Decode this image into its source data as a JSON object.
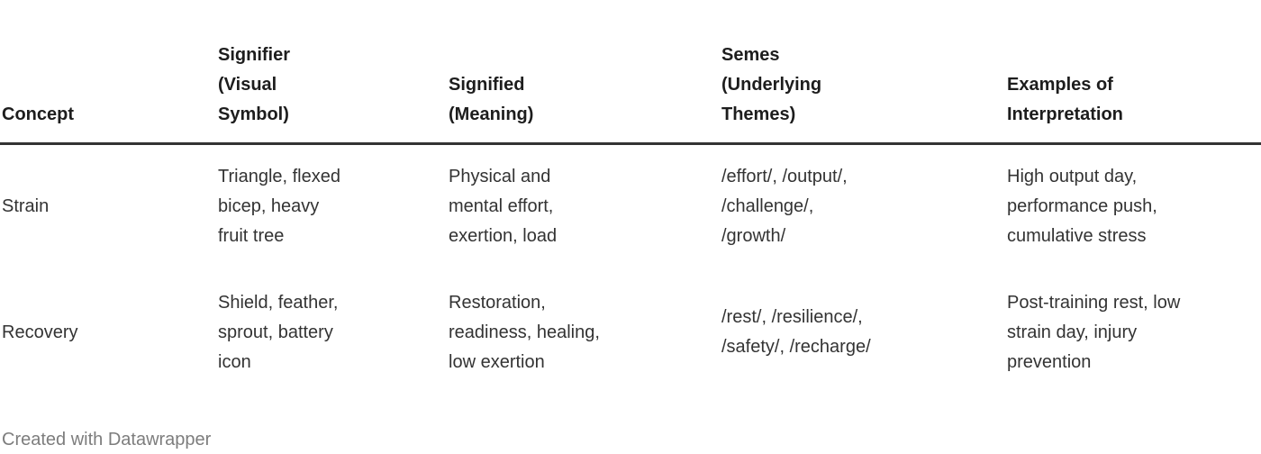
{
  "chart_data": {
    "type": "table",
    "title": "",
    "columns": [
      "Concept",
      "Signifier (Visual Symbol)",
      "Signified (Meaning)",
      "Semes (Underlying Themes)",
      "Examples of Interpretation"
    ],
    "rows": [
      [
        "Strain",
        "Triangle, flexed bicep, heavy fruit tree",
        "Physical and mental effort, exertion, load",
        "/effort/, /output/, /challenge/, /growth/",
        "High output day, performance push, cumulative stress"
      ],
      [
        "Recovery",
        "Shield, feather, sprout, battery icon",
        "Restoration, readiness, healing, low exertion",
        "/rest/, /resilience/, /safety/, /recharge/",
        "Post-training rest, low strain day, injury prevention"
      ]
    ]
  },
  "table": {
    "headers": {
      "concept": "Concept",
      "signifier": "Signifier\n(Visual\nSymbol)",
      "signified": "Signified\n(Meaning)",
      "semes": "Semes\n(Underlying\nThemes)",
      "examples": "Examples of\nInterpretation"
    },
    "rows": [
      {
        "concept": "Strain",
        "signifier": "Triangle, flexed\nbicep, heavy\nfruit tree",
        "signified": "Physical and\nmental effort,\nexertion, load",
        "semes": "/effort/, /output/,\n/challenge/,\n/growth/",
        "examples": "High output day,\nperformance push,\ncumulative stress"
      },
      {
        "concept": "Recovery",
        "signifier": "Shield, feather,\nsprout, battery\nicon",
        "signified": "Restoration,\nreadiness, healing,\nlow exertion",
        "semes": "/rest/, /resilience/,\n/safety/, /recharge/",
        "examples": "Post-training rest, low\nstrain day, injury\nprevention"
      }
    ]
  },
  "footer": {
    "attribution": "Created with Datawrapper"
  },
  "colors": {
    "background": "#ffffff",
    "header_text": "#1d1d1d",
    "body_text": "#333333",
    "header_rule": "#333333",
    "attribution_text": "#7d7d7d"
  }
}
